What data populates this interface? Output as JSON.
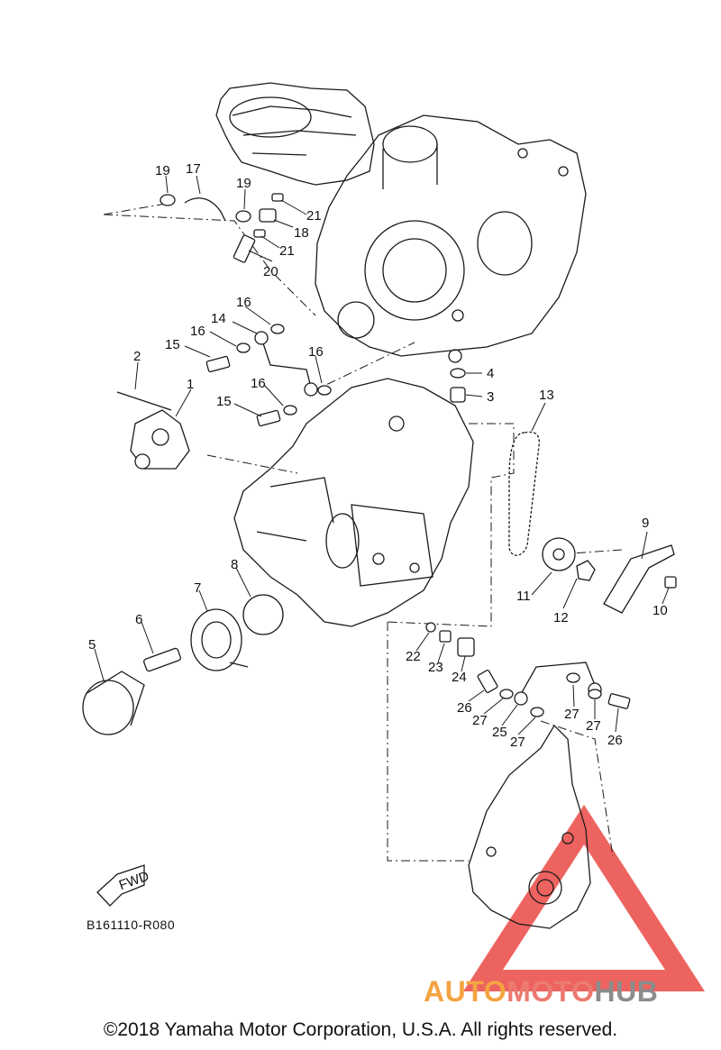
{
  "diagram": {
    "code": "B161110-R080",
    "fwd_label": "FWD",
    "callouts": [
      "1",
      "2",
      "3",
      "4",
      "5",
      "6",
      "7",
      "8",
      "9",
      "10",
      "11",
      "12",
      "13",
      "14",
      "15",
      "15",
      "16",
      "16",
      "16",
      "16",
      "17",
      "18",
      "19",
      "19",
      "20",
      "21",
      "21",
      "22",
      "23",
      "24",
      "25",
      "26",
      "26",
      "27",
      "27",
      "27",
      "27"
    ]
  },
  "watermark": {
    "part1": "AUTO",
    "part2": "MOTO",
    "part3": "HUB"
  },
  "copyright": "©2018 Yamaha Motor Corporation, U.S.A. All rights reserved.",
  "colors": {
    "line": "#1a1a1a",
    "watermark_red": "#e8302a",
    "watermark_orange": "#f4a341",
    "watermark_pink": "#ec7a6f",
    "watermark_gray": "#8c8c8c"
  }
}
